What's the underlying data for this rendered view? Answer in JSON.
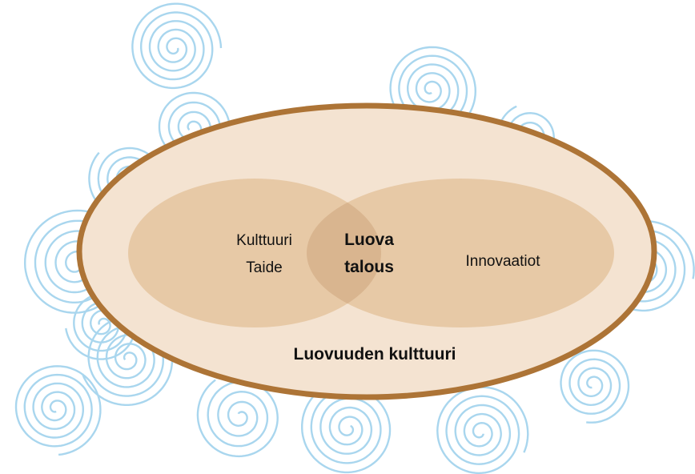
{
  "diagram": {
    "left_set": {
      "lines": [
        "Kulttuuri",
        "Taide"
      ]
    },
    "intersection": {
      "lines": [
        "Luova",
        "talous"
      ]
    },
    "right_set": {
      "label": "Innovaatiot"
    },
    "outer_set": {
      "label": "Luovuuden kulttuuri"
    }
  },
  "colors": {
    "background": "#ffffff",
    "spiral_stroke": "#a9d6ee",
    "outer_fill": "#f4e3d1",
    "outer_stroke": "#ad7436",
    "inner_fill": "#e7c9a6",
    "overlap_fill": "#d9b58f",
    "text": "#111111"
  }
}
